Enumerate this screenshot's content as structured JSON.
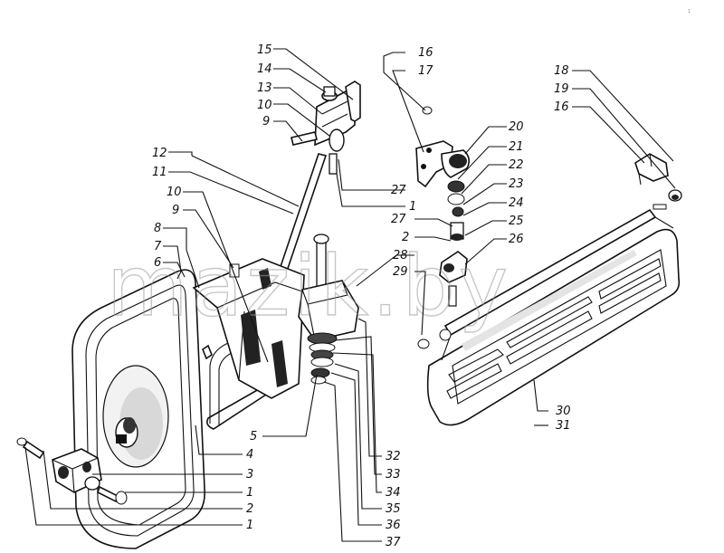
{
  "corner_mark": "1",
  "watermark": "mazik.by",
  "callouts": [
    {
      "id": "c15",
      "text": "15"
    },
    {
      "id": "c14",
      "text": "14"
    },
    {
      "id": "c13",
      "text": "13"
    },
    {
      "id": "c10a",
      "text": "10"
    },
    {
      "id": "c9a",
      "text": "9"
    },
    {
      "id": "c12",
      "text": "12"
    },
    {
      "id": "c11",
      "text": "11"
    },
    {
      "id": "c10b",
      "text": "10"
    },
    {
      "id": "c9b",
      "text": "9"
    },
    {
      "id": "c8",
      "text": "8"
    },
    {
      "id": "c7",
      "text": "7"
    },
    {
      "id": "c6",
      "text": "6"
    },
    {
      "id": "c16a",
      "text": "16"
    },
    {
      "id": "c17",
      "text": "17"
    },
    {
      "id": "c20",
      "text": "20"
    },
    {
      "id": "c21",
      "text": "21"
    },
    {
      "id": "c22",
      "text": "22"
    },
    {
      "id": "c23",
      "text": "23"
    },
    {
      "id": "c24",
      "text": "24"
    },
    {
      "id": "c27a",
      "text": "27"
    },
    {
      "id": "c1a",
      "text": "1"
    },
    {
      "id": "c27b",
      "text": "27"
    },
    {
      "id": "c25",
      "text": "25"
    },
    {
      "id": "c2a",
      "text": "2"
    },
    {
      "id": "c26",
      "text": "26"
    },
    {
      "id": "c28",
      "text": "28"
    },
    {
      "id": "c29",
      "text": "29"
    },
    {
      "id": "c18",
      "text": "18"
    },
    {
      "id": "c19",
      "text": "19"
    },
    {
      "id": "c16b",
      "text": "16"
    },
    {
      "id": "c30",
      "text": "30"
    },
    {
      "id": "c31",
      "text": "31"
    },
    {
      "id": "c5",
      "text": "5"
    },
    {
      "id": "c4",
      "text": "4"
    },
    {
      "id": "c3",
      "text": "3"
    },
    {
      "id": "c1b",
      "text": "1"
    },
    {
      "id": "c2b",
      "text": "2"
    },
    {
      "id": "c1c",
      "text": "1"
    },
    {
      "id": "c32",
      "text": "32"
    },
    {
      "id": "c33",
      "text": "33"
    },
    {
      "id": "c34",
      "text": "34"
    },
    {
      "id": "c35",
      "text": "35"
    },
    {
      "id": "c36",
      "text": "36"
    },
    {
      "id": "c37",
      "text": "37"
    }
  ]
}
